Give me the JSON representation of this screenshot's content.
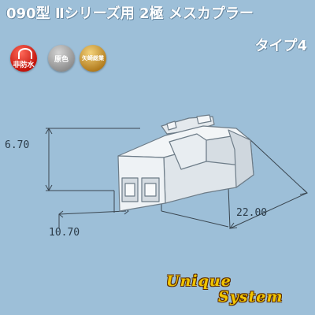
{
  "header": {
    "title": "090型 Ⅱシリーズ用 2極 メスカプラー",
    "subtitle": "タイプ4"
  },
  "badges": [
    {
      "label": "非防水",
      "color": "#d2150c"
    },
    {
      "label": "原色",
      "color": "#9a9a9a"
    },
    {
      "label": "矢崎総業",
      "color": "#c8901e"
    }
  ],
  "dimensions": {
    "height": "6.70",
    "width": "10.70",
    "length": "22.00"
  },
  "logo": {
    "line1": "Unique",
    "line2": "System"
  },
  "colors": {
    "background": "#9dbfd8",
    "part_face": "#eef2f5",
    "part_outline": "#6d7c88",
    "logo_fill": "#f0c400"
  }
}
